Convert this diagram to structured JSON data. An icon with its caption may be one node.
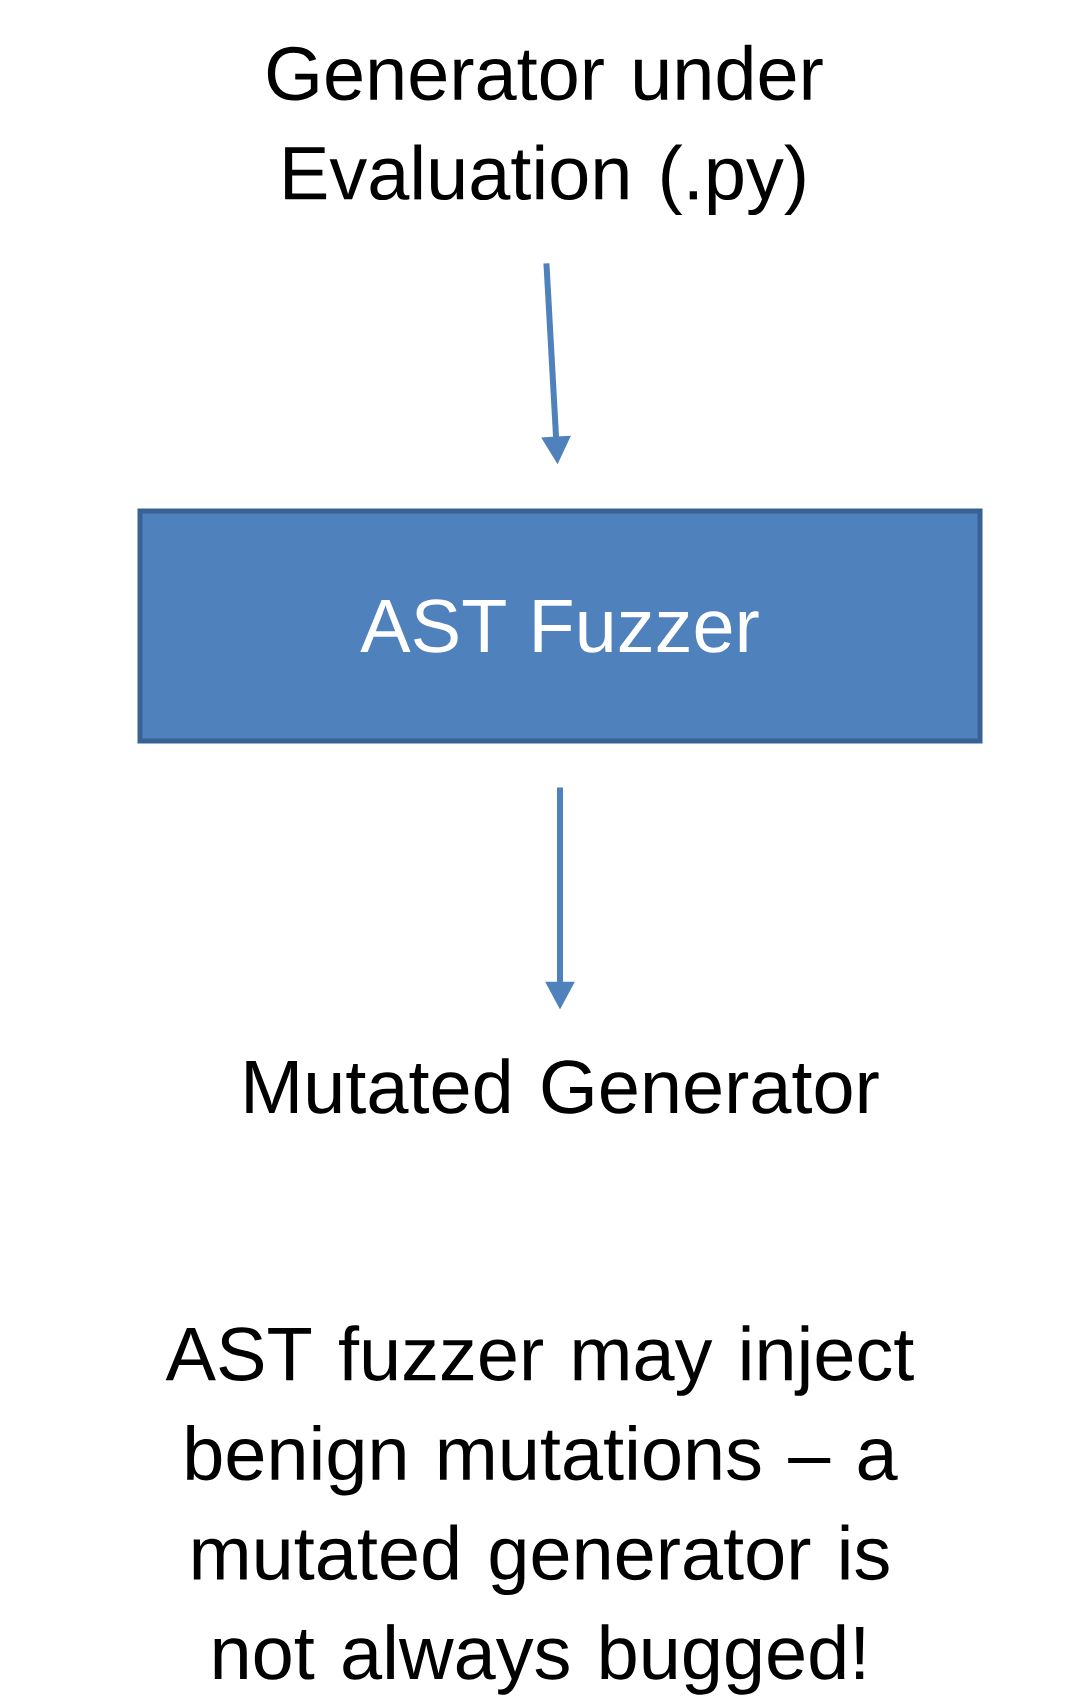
{
  "diagram": {
    "nodes": [
      {
        "text": [
          "Generator under Evaluation (.py)"
        ]
      },
      {
        "text": [
          "AST Fuzzer"
        ]
      },
      {
        "text": [
          "Mutated Generator"
        ]
      }
    ],
    "edges": [
      {
        "from": 0,
        "to": 1,
        "arrow": "to"
      },
      {
        "from": 1,
        "to": 2,
        "arrow": "to"
      }
    ],
    "labels": [
      "AST fuzzer may inject benign mutations – a mutated generator is not always bugged!"
    ]
  }
}
